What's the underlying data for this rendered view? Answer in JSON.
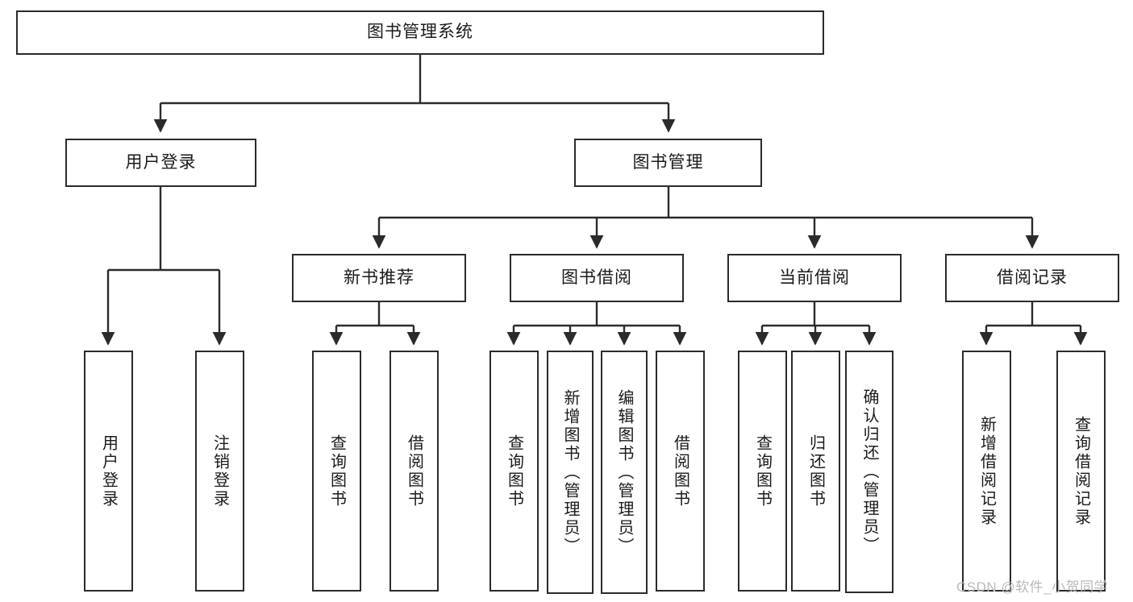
{
  "diagram": {
    "title": "图书管理系统",
    "watermark": "CSDN @软件_小贺同学",
    "colors": {
      "background": "#ffffff",
      "stroke": "#2b2b2b",
      "text": "#1a1a1a",
      "watermark": "#b9b9b9"
    },
    "root": {
      "label": "图书管理系统"
    },
    "level1": [
      {
        "label": "用户登录"
      },
      {
        "label": "图书管理"
      }
    ],
    "level2": [
      {
        "label": "新书推荐"
      },
      {
        "label": "图书借阅"
      },
      {
        "label": "当前借阅"
      },
      {
        "label": "借阅记录"
      }
    ],
    "leaves": {
      "user_login": [
        {
          "label": "用户登录"
        },
        {
          "label": "注销登录"
        }
      ],
      "new_book_recommend": [
        {
          "label": "查询图书"
        },
        {
          "label": "借阅图书"
        }
      ],
      "book_borrow": [
        {
          "label": "查询图书"
        },
        {
          "label": "新增图书（管理员）"
        },
        {
          "label": "编辑图书（管理员）"
        },
        {
          "label": "借阅图书"
        }
      ],
      "current_borrow": [
        {
          "label": "查询图书"
        },
        {
          "label": "归还图书"
        },
        {
          "label": "确认归还（管理员）"
        }
      ],
      "borrow_record": [
        {
          "label": "新增借阅记录"
        },
        {
          "label": "查询借阅记录"
        }
      ]
    }
  }
}
